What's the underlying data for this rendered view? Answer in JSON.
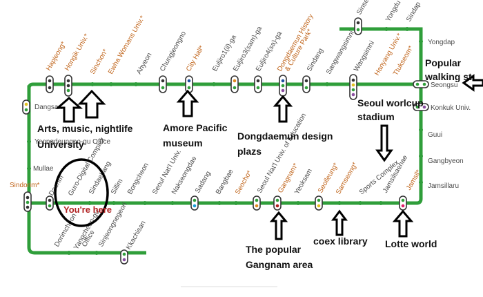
{
  "line_color": "#2f9e3a",
  "transfer_color": "#c0641a",
  "label_color": "#4a4a4a",
  "stations": {
    "hapjeong": "Hapjeong*",
    "hongik": "Hongik Univ.*",
    "sinchon": "Sinchon*",
    "ewha": "Ewha Womans Univ.*",
    "ahyeon": "Ahyeon",
    "chungjeongno": "Chungjeongno",
    "city_hall": "City Hall*",
    "euljiro1": "Euljiro1(il)-ga",
    "euljiro3": "Euljiro3(sam)-ga",
    "euljiro4": "Euljiro4(sa)-ga",
    "ddp_1": "Dongdaemun History",
    "ddp_2": "& Culture Park*",
    "sindang": "Sindang",
    "sangwangsimni": "Sangwangsimni",
    "wangsimni": "Wangsimni",
    "hanyang": "Hanyang Univ.*",
    "ttukseom": "Ttukseom*",
    "sinseol": "Sinseol-d",
    "yongdu": "Yongdu",
    "sindap": "Sindap",
    "yongdap": "Yongdap",
    "seongsu": "Seongsu",
    "konkuk": "Konkuk Univ.",
    "guui": "Guui",
    "gangbyeon": "Gangbyeon",
    "jamsillaru": "Jamsillaru",
    "jamsil": "Jamsil*",
    "jamsilsaenae": "Jamsilsaenae",
    "sports_complex": "Sports Complex",
    "samseong": "Samseong*",
    "seolleung": "Seolleung*",
    "yeoksam": "Yeoksam",
    "gangnam": "Gangnam*",
    "education_univ": "Seoul Nat'l Univ. of Education",
    "seocho": "Seocho*",
    "bangbae": "Bangbae",
    "sadang": "Sadang",
    "nakseongdae": "Nakseongdae",
    "snu": "Seoul Nat'l Univ.",
    "bongcheon": "Bongcheon",
    "sillim": "Sillim",
    "sindaebang": "Sindaebang",
    "guro_digital": "Guro-Digital Complex",
    "daerim": "Daerim",
    "sindorim": "Sindorim*",
    "mullae": "Mullae",
    "yeongdeungpo_office": "Yeongdeungpo-gu Office",
    "dangsan": "Dangsan",
    "dorimcheon": "Dorimcheon",
    "yangcheon_office_1": "Yangcheon-gu",
    "yangcheon_office_2": "Office",
    "sinjeongnegeori": "Sinjeongnegeori",
    "kkachisan": "Kkachisan"
  },
  "annotations": {
    "arts_music": "Arts, music, nightlife",
    "university": "University",
    "amore_1": "Amore Pacific",
    "amore_2": "museum",
    "ddp_1": "Dongdaemun design",
    "ddp_2": "plazs",
    "walking_1": "Popular",
    "walking_2": "walking st",
    "stadium_1": "Seoul worlcup",
    "stadium_2": "stadium",
    "gangnam_1": "The popular",
    "gangnam_2": "Gangnam area",
    "coex": "coex library",
    "lotte": "Lotte world",
    "here": "You're here"
  }
}
